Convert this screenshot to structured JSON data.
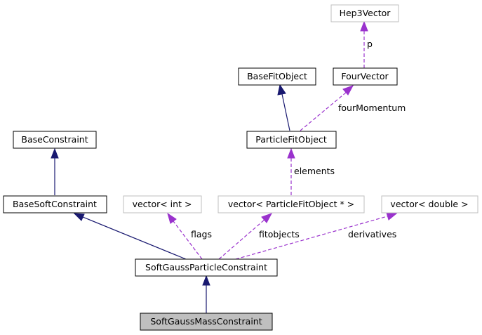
{
  "nodes": {
    "hep3vector": "Hep3Vector",
    "basefitobject": "BaseFitObject",
    "fourvector": "FourVector",
    "baseconstraint": "BaseConstraint",
    "particlefitobject": "ParticleFitObject",
    "basesoftconstraint": "BaseSoftConstraint",
    "vector_int": "vector< int >",
    "vector_pfo": "vector< ParticleFitObject * >",
    "vector_double": "vector< double >",
    "softgaussparticleconstraint": "SoftGaussParticleConstraint",
    "softgaussmassconstraint": "SoftGaussMassConstraint"
  },
  "edge_labels": {
    "p": "p",
    "fourMomentum": "fourMomentum",
    "elements": "elements",
    "flags": "flags",
    "fitobjects": "fitobjects",
    "derivatives": "derivatives"
  },
  "colors": {
    "inheritance": "#191970",
    "usage": "#9a32cd",
    "external_border": "#bfbfbf",
    "current_fill": "#bfbfbf"
  }
}
